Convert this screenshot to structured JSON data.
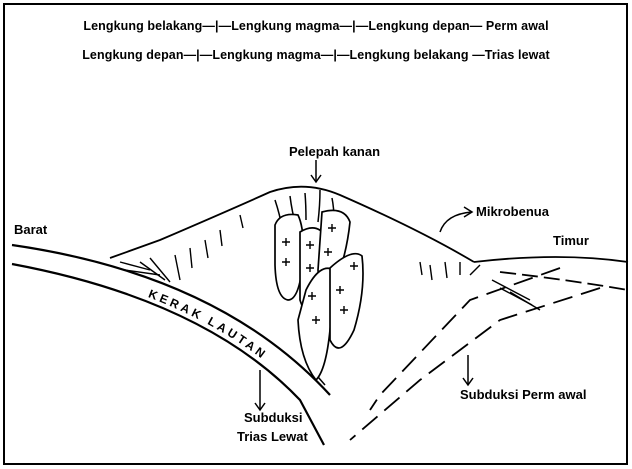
{
  "header": {
    "row1": "Lengkung belakang—|—Lengkung magma—|—Lengkung depan— Perm awal",
    "row2": "Lengkung depan—|—Lengkung magma—|—Lengkung belakang —Trias lewat"
  },
  "labels": {
    "pelepah": "Pelepah kanan",
    "mikrobenua": "Mikrobenua",
    "barat": "Barat",
    "timur": "Timur",
    "kerak": "KERAK LAUTAN",
    "subduksi_trias_1": "Subduksi",
    "subduksi_trias_2": "Trias Lewat",
    "subduksi_perm": "Subduksi Perm awal"
  }
}
